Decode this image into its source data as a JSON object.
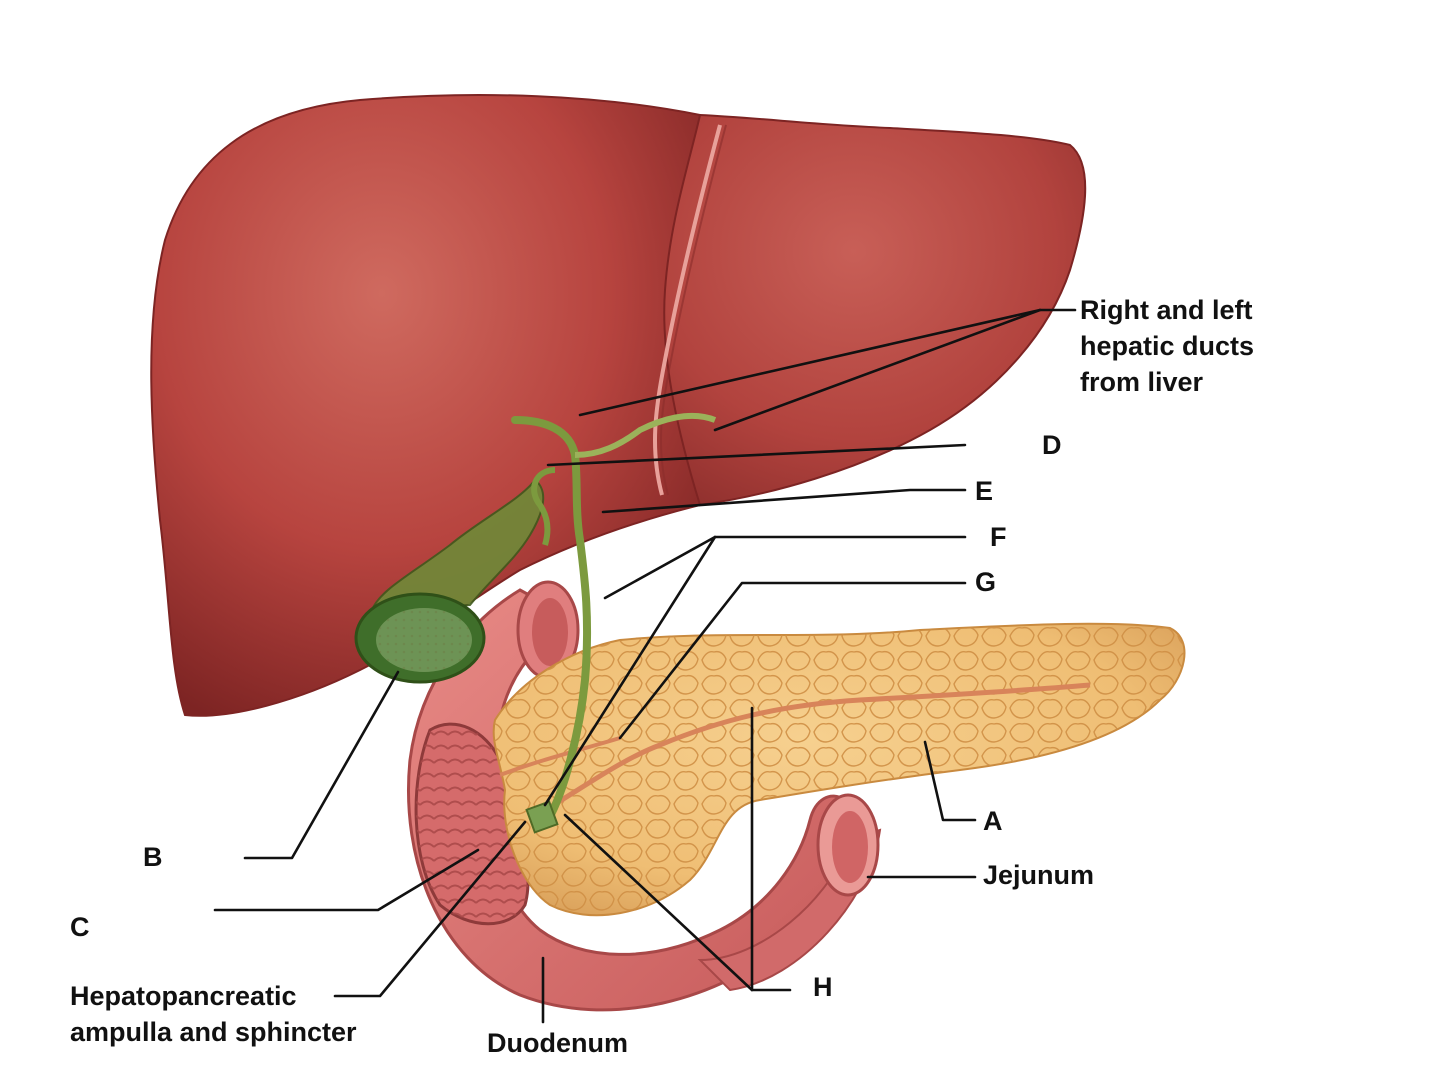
{
  "colors": {
    "liver": "#b7443f",
    "liver_dark": "#7d2423",
    "liver_light": "#cf6a5f",
    "gallbladder": "#4f6a26",
    "bile_duct": "#7c9a3e",
    "pancreas": "#efbe74",
    "pancreas_dark": "#cf8f45",
    "duodenum": "#de7676",
    "duodenum_dark": "#a84848",
    "duct_line": "#d8845a",
    "label_text": "#111111"
  },
  "labels": {
    "right_left_hepatic": "Right and left\nhepatic ducts\nfrom liver",
    "d": "D",
    "e": "E",
    "f": "F",
    "g": "G",
    "a": "A",
    "jejunum": "Jejunum",
    "h": "H",
    "b": "B",
    "c": "C",
    "ampulla": "Hepatopancreatic\nampulla and sphincter",
    "duodenum": "Duodenum"
  }
}
